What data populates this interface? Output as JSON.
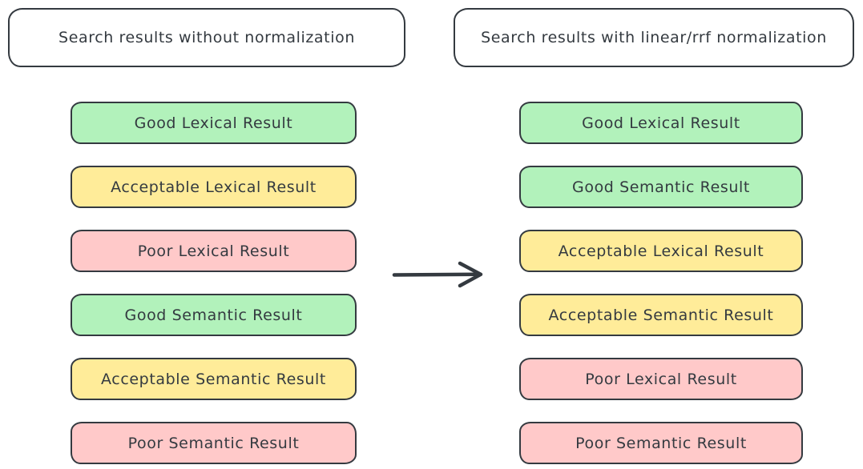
{
  "diagram": {
    "left_panel": {
      "title": "Search results without normalization",
      "items": [
        {
          "label": "Good Lexical Result",
          "quality": "good"
        },
        {
          "label": "Acceptable Lexical Result",
          "quality": "acceptable"
        },
        {
          "label": "Poor Lexical Result",
          "quality": "poor"
        },
        {
          "label": "Good Semantic Result",
          "quality": "good"
        },
        {
          "label": "Acceptable Semantic Result",
          "quality": "acceptable"
        },
        {
          "label": "Poor Semantic Result",
          "quality": "poor"
        }
      ]
    },
    "right_panel": {
      "title": "Search results with linear/rrf normalization",
      "items": [
        {
          "label": "Good Lexical Result",
          "quality": "good"
        },
        {
          "label": "Good Semantic Result",
          "quality": "good"
        },
        {
          "label": "Acceptable Lexical Result",
          "quality": "acceptable"
        },
        {
          "label": "Acceptable Semantic Result",
          "quality": "acceptable"
        },
        {
          "label": "Poor Lexical Result",
          "quality": "poor"
        },
        {
          "label": "Poor Semantic Result",
          "quality": "poor"
        }
      ]
    },
    "arrow": {
      "direction": "right"
    },
    "colors": {
      "good": "#b2f2bb",
      "acceptable": "#ffec99",
      "poor": "#ffc9c9",
      "stroke": "#343a40",
      "background": "#ffffff"
    }
  }
}
